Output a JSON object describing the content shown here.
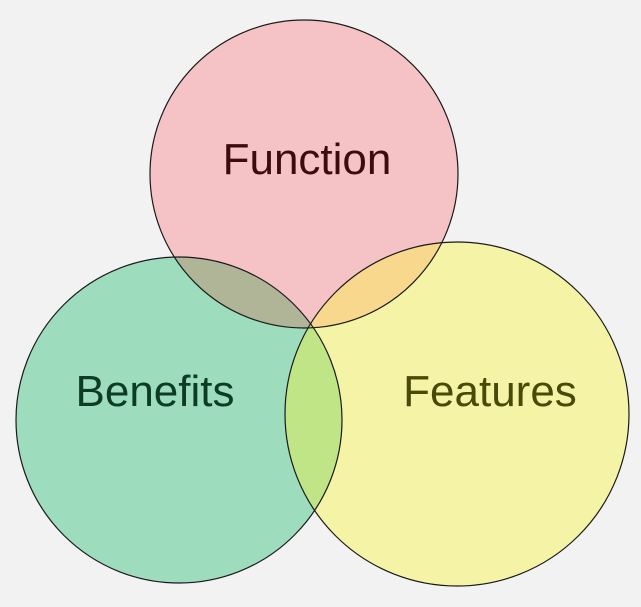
{
  "diagram": {
    "circles": [
      {
        "id": "function",
        "label": "Function",
        "fill": "#f5c2c6",
        "text_color": "#3d0b0b"
      },
      {
        "id": "benefits",
        "label": "Benefits",
        "fill": "#9edcbe",
        "text_color": "#0c3d24"
      },
      {
        "id": "features",
        "label": "Features",
        "fill": "#f5f4a6",
        "text_color": "#4a4a08"
      }
    ],
    "overlaps": {
      "function_benefits": "#b0b597",
      "function_features": "#f7d88c",
      "benefits_features": "#bfe586",
      "center": "#c9d67a"
    },
    "stroke_color": "#1a1a1a",
    "background": "#f2f2f2"
  }
}
